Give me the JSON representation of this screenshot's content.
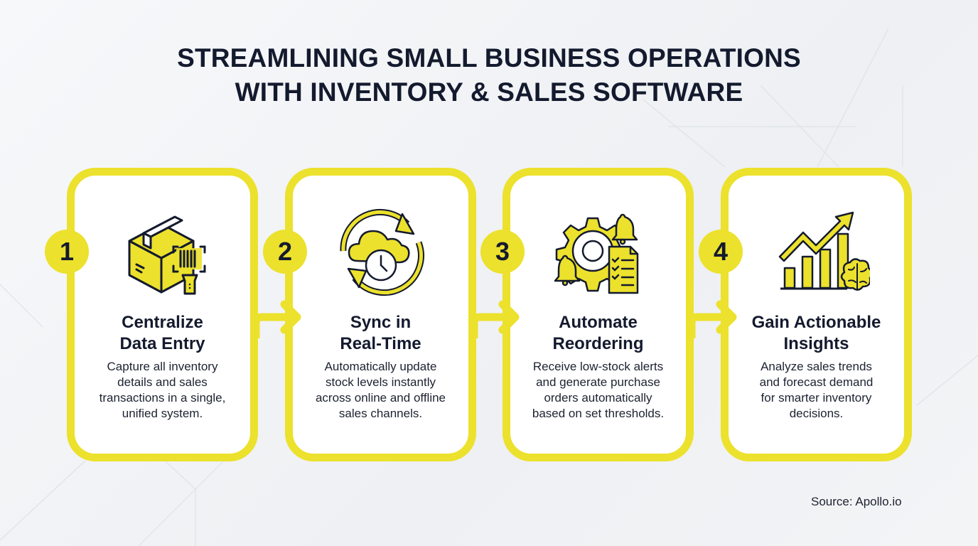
{
  "title": {
    "line1": "STREAMLINING SMALL BUSINESS OPERATIONS",
    "line2": "WITH INVENTORY & SALES SOFTWARE"
  },
  "colors": {
    "accent": "#ECE12C",
    "text": "#141A2E",
    "background": "#F1F2F5"
  },
  "steps": [
    {
      "number": "1",
      "icon": "package-barcode-scanner-icon",
      "title_line1": "Centralize",
      "title_line2": "Data Entry",
      "desc_line1": "Capture all inventory",
      "desc_line2": "details and sales",
      "desc_line3": "transactions in a single,",
      "desc_line4": "unified system."
    },
    {
      "number": "2",
      "icon": "cloud-sync-clock-icon",
      "title_line1": "Sync in",
      "title_line2": "Real-Time",
      "desc_line1": "Automatically update",
      "desc_line2": "stock levels instantly",
      "desc_line3": "across online and offline",
      "desc_line4": "sales channels."
    },
    {
      "number": "3",
      "icon": "gear-bells-checklist-icon",
      "title_line1": "Automate",
      "title_line2": "Reordering",
      "desc_line1": "Receive low-stock alerts",
      "desc_line2": "and generate purchase",
      "desc_line3": "orders automatically",
      "desc_line4": "based on set thresholds."
    },
    {
      "number": "4",
      "icon": "growth-chart-brain-icon",
      "title_line1": "Gain Actionable",
      "title_line2": "Insights",
      "desc_line1": "Analyze sales trends",
      "desc_line2": "and forecast demand",
      "desc_line3": "for smarter inventory",
      "desc_line4": "decisions."
    }
  ],
  "source": "Source: Apollo.io"
}
